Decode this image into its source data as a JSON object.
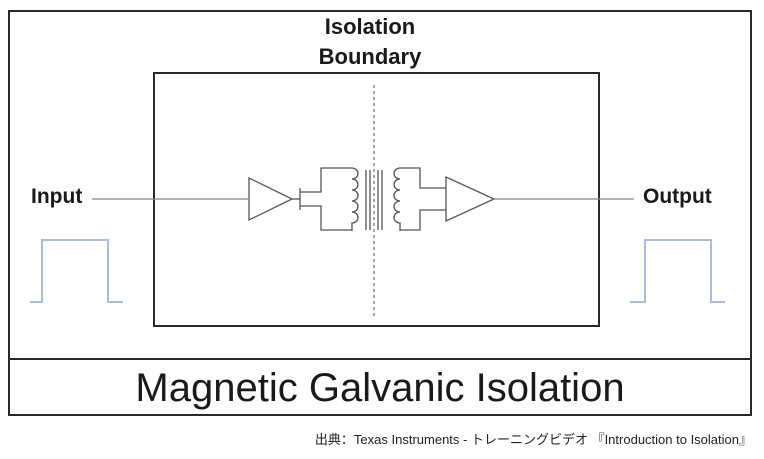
{
  "boundary_label": "Isolation\nBoundary",
  "input_label": "Input",
  "output_label": "Output",
  "title": "Magnetic Galvanic Isolation",
  "source_caption": "出典：Texas Instruments - トレーニングビデオ 『Introduction to Isolation』",
  "colors": {
    "line": "#2a2a2a",
    "signal_line": "#888888",
    "pulse": "#a9bdd6"
  }
}
